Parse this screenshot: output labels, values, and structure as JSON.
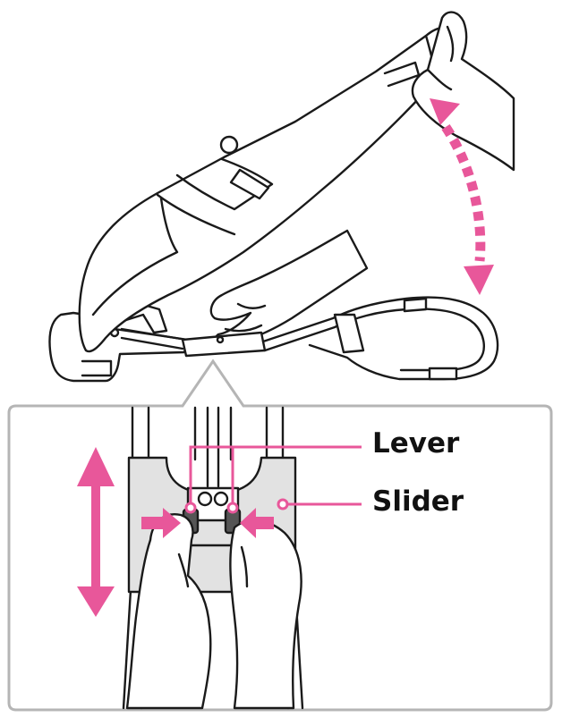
{
  "labels": {
    "lever": "Lever",
    "slider": "Slider"
  },
  "colors": {
    "accent": "#e8579a",
    "line": "#1a1a1a",
    "panel_border": "#b5b5b5",
    "slider_fill": "#e2e2e2",
    "lever_fill": "#555555",
    "background": "#ffffff"
  },
  "icons": {
    "adjust_arrow": "curved-double-arrow-dashed",
    "slide_arrow": "vertical-double-arrow",
    "press_arrow": "inward-arrows"
  }
}
